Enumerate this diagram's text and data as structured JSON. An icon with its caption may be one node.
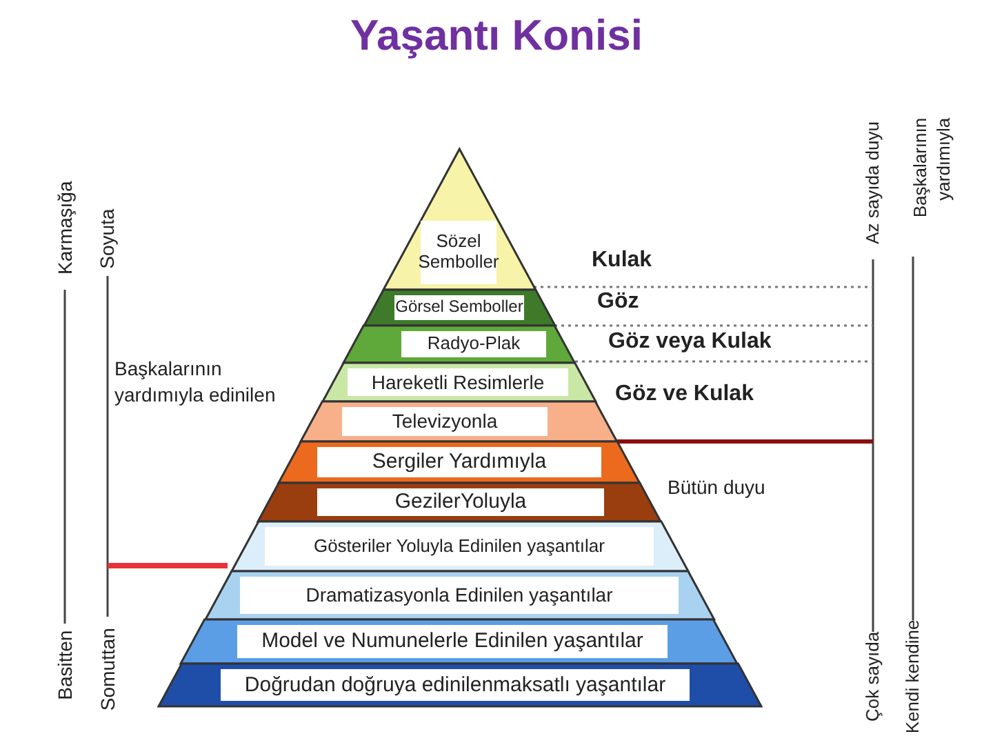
{
  "diagram": {
    "title": "Yaşantı Konisi",
    "nodes": [
      {
        "text": [
          "Sözel Semboller"
        ]
      },
      {
        "text": [
          "Görsel Semboller"
        ]
      },
      {
        "text": [
          "Radyo-Plak"
        ]
      },
      {
        "text": [
          "Hareketli Resimlerle"
        ]
      },
      {
        "text": [
          "Televizyonla"
        ]
      },
      {
        "text": [
          "Sergiler Yardımıyla"
        ]
      },
      {
        "text": [
          "GezilerYoluyla"
        ]
      },
      {
        "text": [
          "Gösteriler Yoluyla Edinilen yaşantılar"
        ]
      },
      {
        "text": [
          "Dramatizasyonla Edinilen yaşantılar"
        ]
      },
      {
        "text": [
          "Model ve Numunelerle Edinilen yaşantılar"
        ]
      },
      {
        "text": [
          "Doğrudan doğruya edinilenmaksatlı yaşantılar"
        ]
      }
    ],
    "edges": [],
    "labels": [
      "Karmaşığa",
      "Soyuta",
      "Başkalarının yardımıyla edinilen",
      "Basitten",
      "Somuttan",
      "Kulak",
      "Göz",
      "Göz veya Kulak",
      "Göz ve Kulak",
      "Bütün duyu",
      "Az sayıda duyu",
      "Başkalarının yardımıyla",
      "Çok sayıda",
      "Kendi kendine"
    ]
  }
}
